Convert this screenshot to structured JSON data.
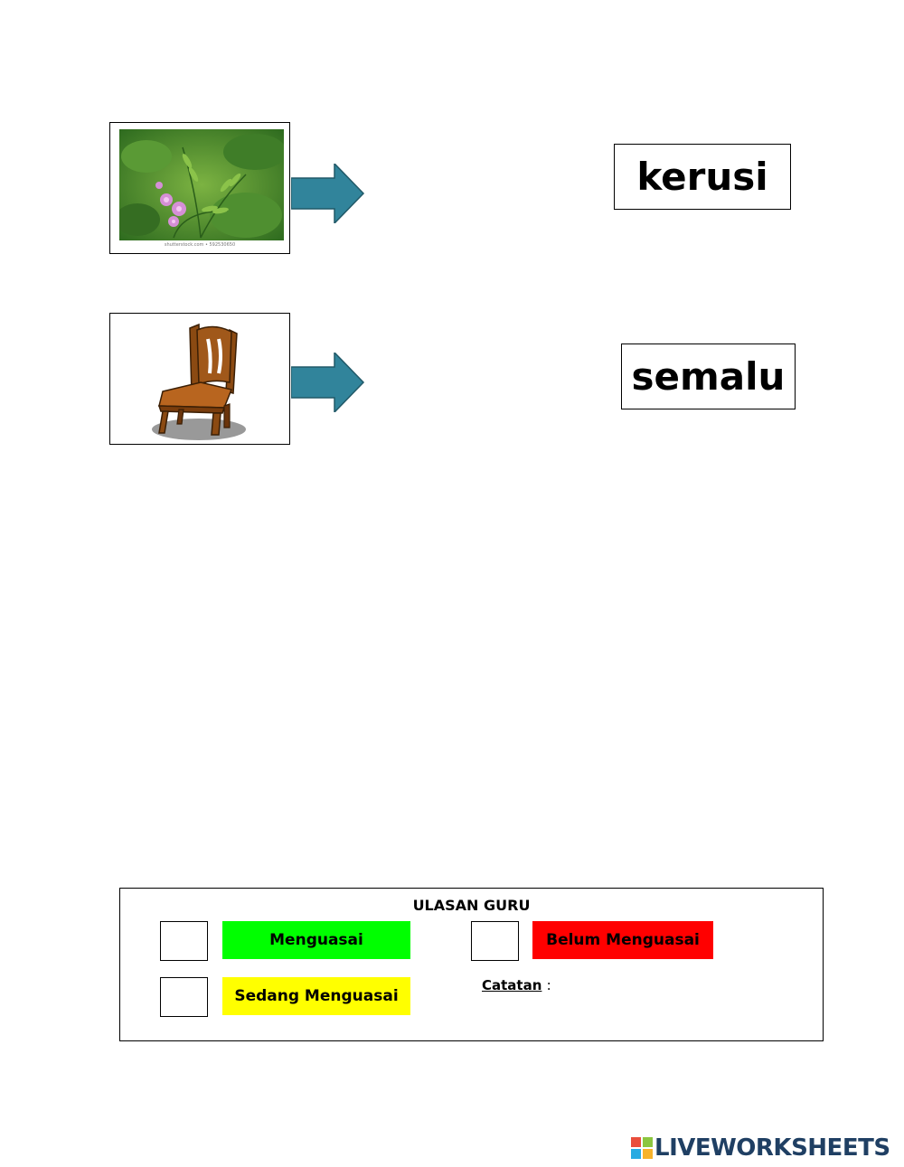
{
  "items": [
    {
      "picture": "shy-plant-photo",
      "photo_credit": "shutterstock.com • 592530650",
      "word": "kerusi"
    },
    {
      "picture": "wooden-chair-illustration",
      "word": "semalu"
    }
  ],
  "review": {
    "title": "ULASAN GURU",
    "levels": [
      {
        "label": "Menguasai",
        "color": "#00ff00"
      },
      {
        "label": "Sedang Menguasai",
        "color": "#ffff00"
      },
      {
        "label": "Belum Menguasai",
        "color": "#ff0000"
      }
    ],
    "notes_label": "Catatan",
    "notes_colon": ":"
  },
  "footer": {
    "brand": "LIVEWORKSHEETS"
  }
}
